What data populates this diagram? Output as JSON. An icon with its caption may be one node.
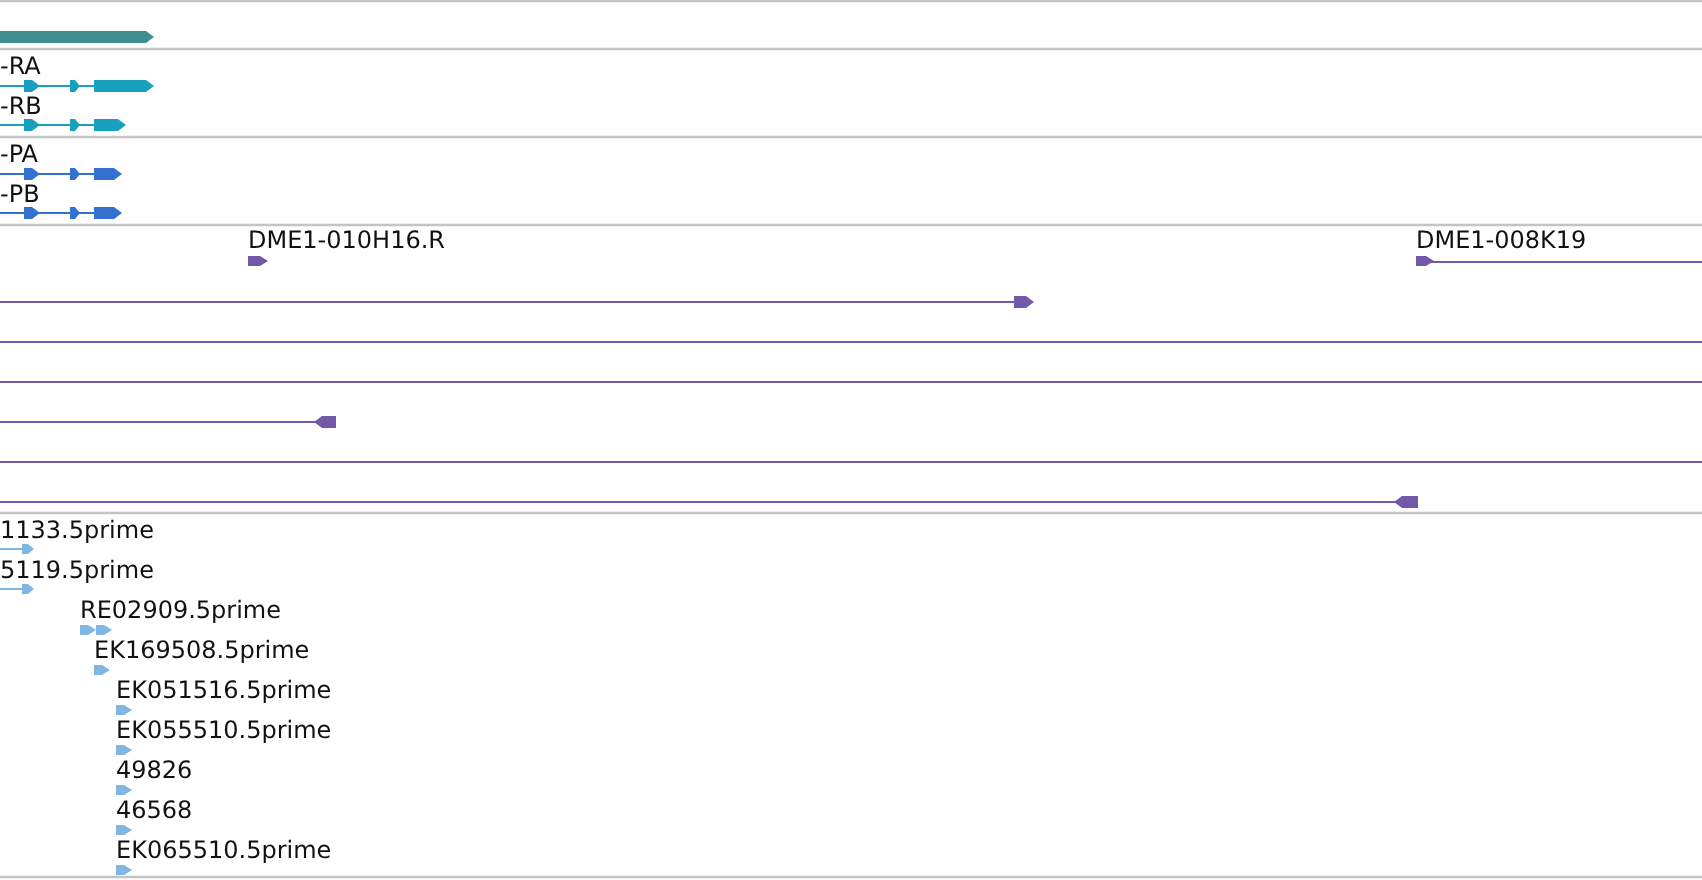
{
  "diagram": {
    "labels": [
      "-RA",
      "-RB",
      "-PA",
      "-PB",
      "DME1-010H16.R",
      "DME1-008K19",
      "1133.5prime",
      "5119.5prime",
      "RE02909.5prime",
      "EK169508.5prime",
      "EK051516.5prime",
      "EK055510.5prime",
      "49826",
      "46568",
      "EK065510.5prime"
    ]
  }
}
